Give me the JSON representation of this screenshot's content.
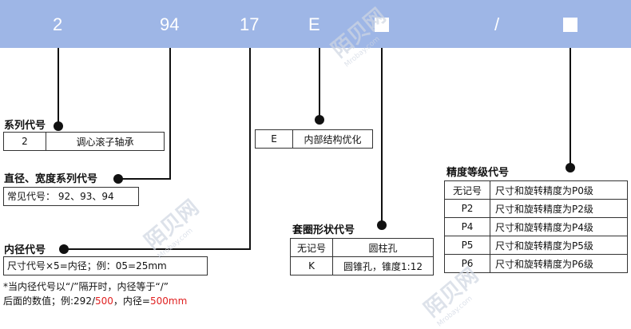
{
  "codes": {
    "c1": "2",
    "c2": "94",
    "c3": "17",
    "c4": "E",
    "c5": "/"
  },
  "series": {
    "title": "系列代号",
    "value": "2",
    "desc": "调心滚子轴承"
  },
  "diam_series": {
    "title": "直径、宽度系列代号",
    "common": "常见代号： 92、93、94"
  },
  "bore": {
    "title": "内径代号",
    "formula": "尺寸代号×5=内径；例：05=25mm",
    "note1": "*当内径代号以“/”隔开时，内径等于“/”",
    "note2_a": "后面的数值；例:292/",
    "note2_b": "500",
    "note2_c": "，内径=",
    "note2_d": "500mm"
  },
  "internal": {
    "code": "E",
    "desc": "内部结构优化"
  },
  "outer": {
    "title": "套圈形状代号",
    "rows": [
      [
        "无记号",
        "圆柱孔"
      ],
      [
        "K",
        "圆锥孔，锥度1:12"
      ]
    ]
  },
  "precision": {
    "title": "精度等级代号",
    "rows": [
      [
        "无记号",
        "尺寸和旋转精度为P0级"
      ],
      [
        "P2",
        "尺寸和旋转精度为P2级"
      ],
      [
        "P4",
        "尺寸和旋转精度为P4级"
      ],
      [
        "P5",
        "尺寸和旋转精度为P5级"
      ],
      [
        "P6",
        "尺寸和旋转精度为P6级"
      ]
    ]
  },
  "watermark": {
    "main": "陌贝网",
    "sub": "Mrobay.com"
  },
  "colors": {
    "bar": "#9eb6e6",
    "red": "#e02020"
  }
}
